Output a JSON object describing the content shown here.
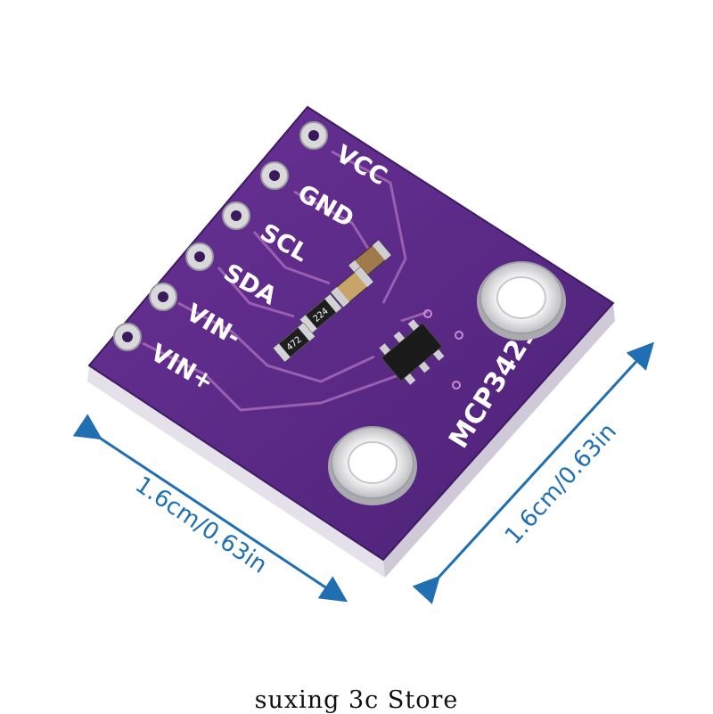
{
  "colors": {
    "board": "#5a2a8a",
    "board_dark": "#3e1a63",
    "board_edge": "#e9e6ee",
    "trace": "#9b5fb0",
    "pad": "#d9d9dc",
    "dimension_arrow": "#1f6fb2",
    "chip": "#1a1a1a"
  },
  "board": {
    "pins": [
      "VCC",
      "GND",
      "SCL",
      "SDA",
      "VIN-",
      "VIN+"
    ],
    "chip_label": "MCP3421",
    "resistors": [
      "224",
      "472"
    ]
  },
  "dimensions": {
    "width_label": "1.6cm/0.63in",
    "height_label": "1.6cm/0.63in"
  },
  "footer": {
    "store_name": "suxing 3c Store"
  }
}
